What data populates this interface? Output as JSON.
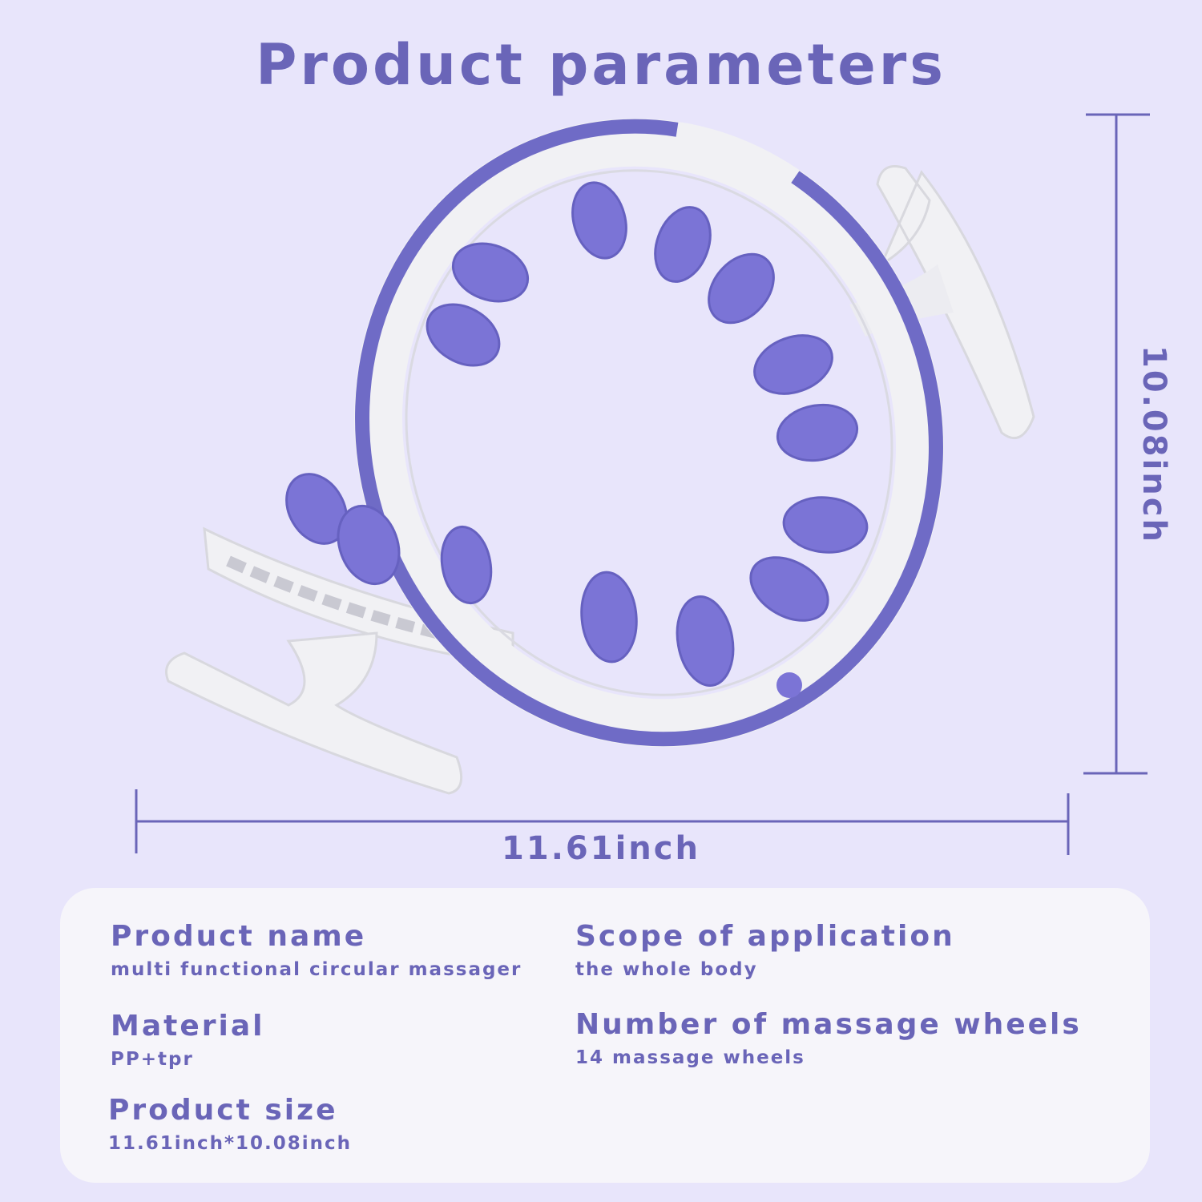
{
  "title": "Product parameters",
  "dimensions": {
    "width_label": "11.61inch",
    "height_label": "10.08inch"
  },
  "specs": [
    {
      "label": "Product name",
      "value": "multi functional circular massager"
    },
    {
      "label": "Scope of application",
      "value": "the whole body"
    },
    {
      "label": "Material",
      "value": "PP+tpr"
    },
    {
      "label": "Number of massage wheels",
      "value": "14 massage wheels"
    },
    {
      "label": "Product size",
      "value": "11.61inch*10.08inch"
    }
  ],
  "colors": {
    "background": "#e8e5fb",
    "accent": "#6a65b8",
    "ring": "#6f6bc6",
    "wheel": "#7b74d6",
    "body": "#f1f1f4",
    "panel": "#f6f5fa"
  }
}
